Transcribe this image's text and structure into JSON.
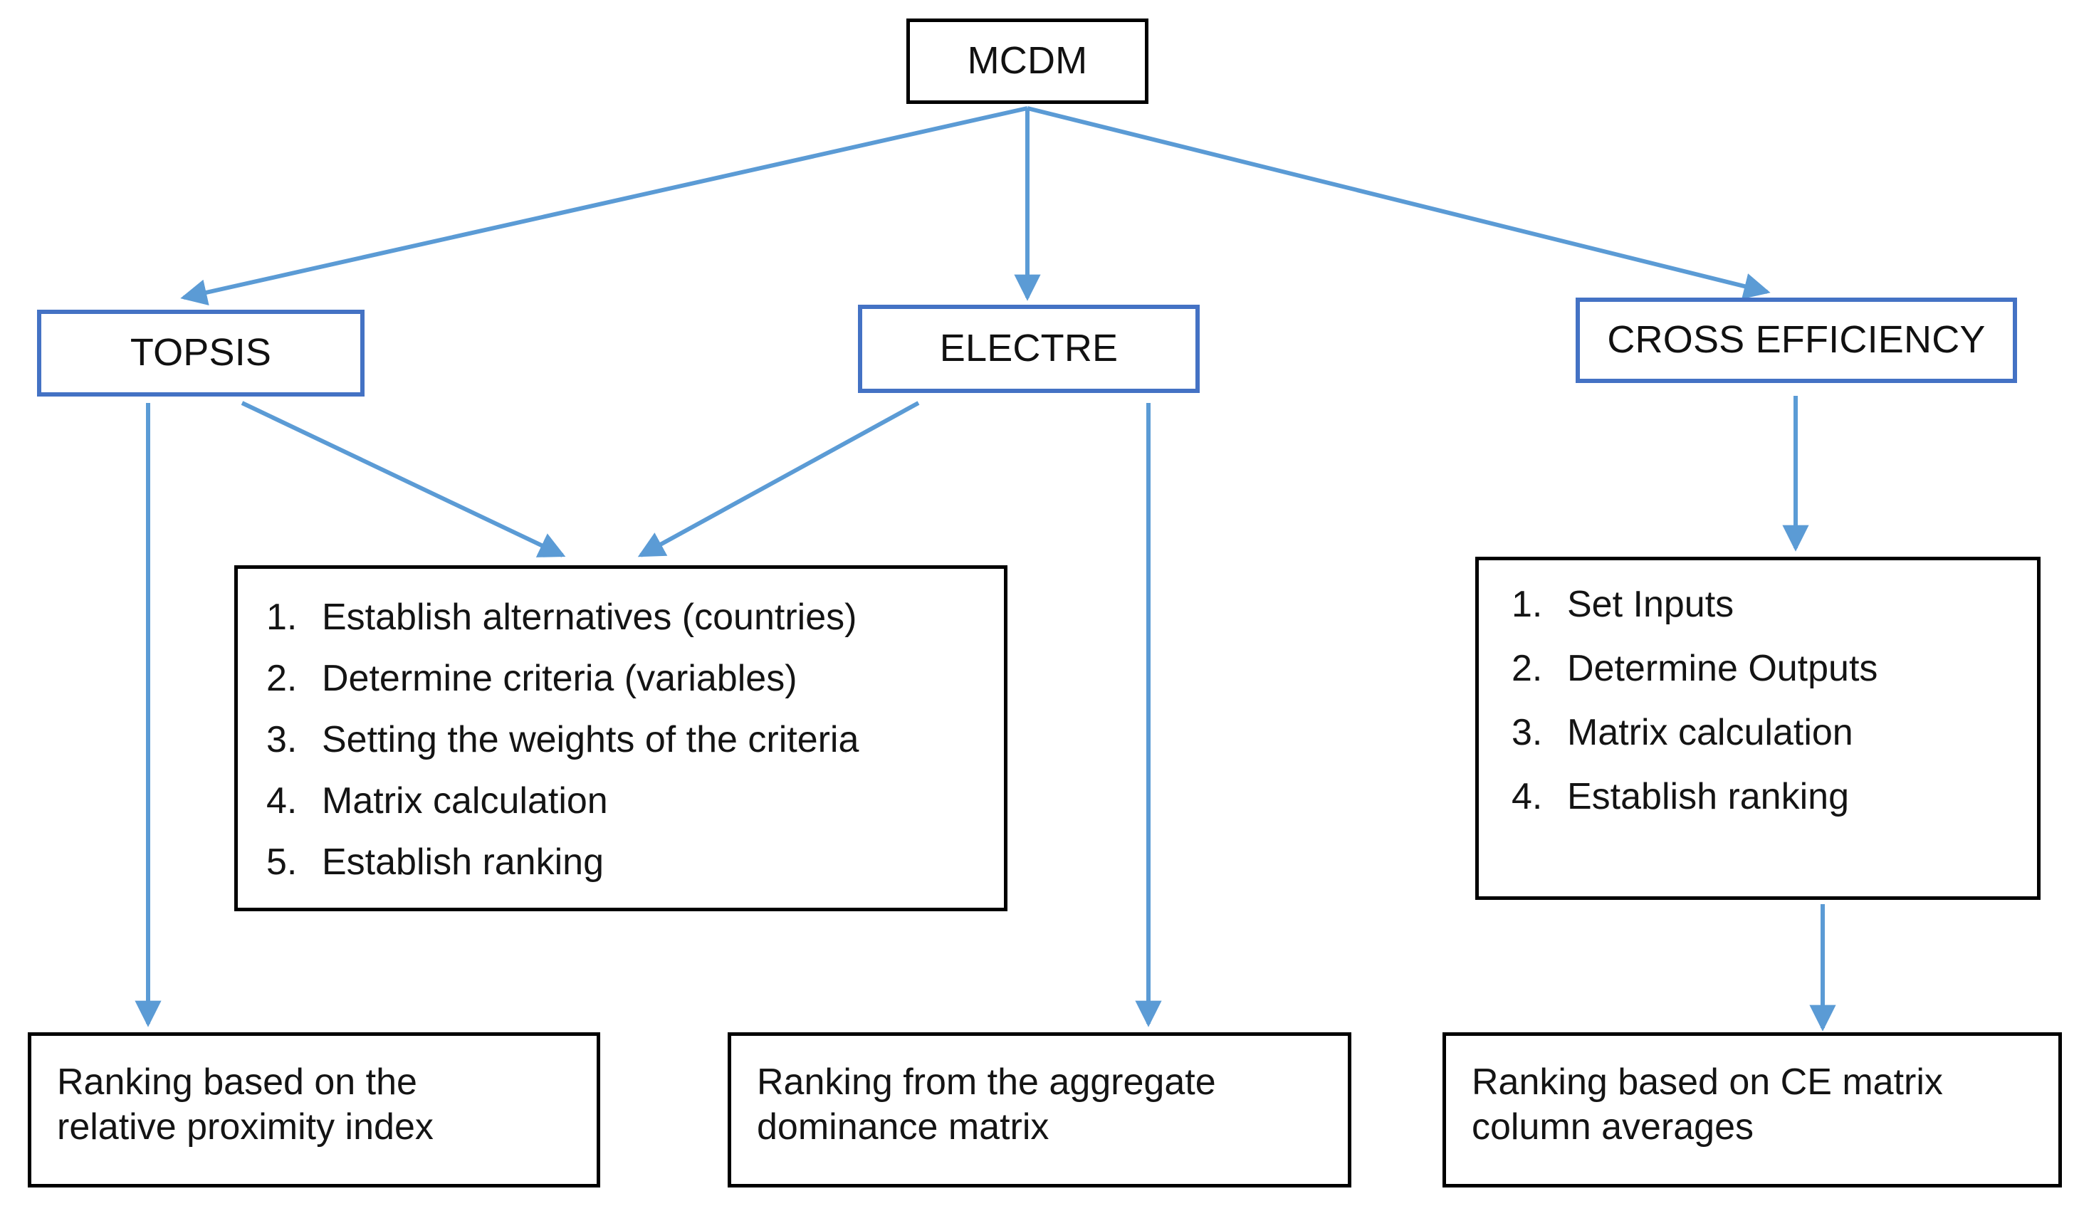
{
  "diagram": {
    "title_node": {
      "label": "MCDM",
      "border_color": "#000000"
    },
    "methods": [
      {
        "id": "topsis",
        "label": "TOPSIS",
        "border_color": "#4472C4"
      },
      {
        "id": "electre",
        "label": "ELECTRE",
        "border_color": "#4472C4"
      },
      {
        "id": "cross_efficiency",
        "label": "CROSS EFFICIENCY",
        "border_color": "#4472C4"
      }
    ],
    "procedure_shared": {
      "id": "shared-steps",
      "border_color": "#000000",
      "steps": [
        {
          "num": "1.",
          "text": "Establish alternatives (countries)"
        },
        {
          "num": "2.",
          "text": "Determine criteria (variables)"
        },
        {
          "num": "3.",
          "text": "Setting the weights of the criteria"
        },
        {
          "num": "4.",
          "text": "Matrix calculation"
        },
        {
          "num": "5.",
          "text": "Establish ranking"
        }
      ]
    },
    "procedure_cross_efficiency": {
      "id": "ce-steps",
      "border_color": "#000000",
      "steps": [
        {
          "num": "1.",
          "text": "Set Inputs"
        },
        {
          "num": "2.",
          "text": "Determine Outputs"
        },
        {
          "num": "3.",
          "text": "Matrix calculation"
        },
        {
          "num": "4.",
          "text": "Establish ranking"
        }
      ]
    },
    "outcomes": [
      {
        "id": "topsis-outcome",
        "border_color": "#000000",
        "lines": [
          "Ranking based on the",
          "relative proximity index"
        ]
      },
      {
        "id": "electre-outcome",
        "border_color": "#000000",
        "lines": [
          "Ranking from the aggregate",
          "dominance matrix"
        ]
      },
      {
        "id": "ce-outcome",
        "border_color": "#000000",
        "lines": [
          "Ranking based on CE matrix",
          "column averages"
        ]
      }
    ],
    "connectors": {
      "color": "#5B9BD5",
      "edges": [
        {
          "from": "MCDM",
          "to": "TOPSIS"
        },
        {
          "from": "MCDM",
          "to": "ELECTRE"
        },
        {
          "from": "MCDM",
          "to": "CROSS EFFICIENCY"
        },
        {
          "from": "TOPSIS",
          "to": "shared-steps"
        },
        {
          "from": "ELECTRE",
          "to": "shared-steps"
        },
        {
          "from": "TOPSIS",
          "to": "topsis-outcome"
        },
        {
          "from": "ELECTRE",
          "to": "electre-outcome"
        },
        {
          "from": "CROSS EFFICIENCY",
          "to": "ce-steps"
        },
        {
          "from": "ce-steps",
          "to": "ce-outcome"
        }
      ]
    }
  }
}
